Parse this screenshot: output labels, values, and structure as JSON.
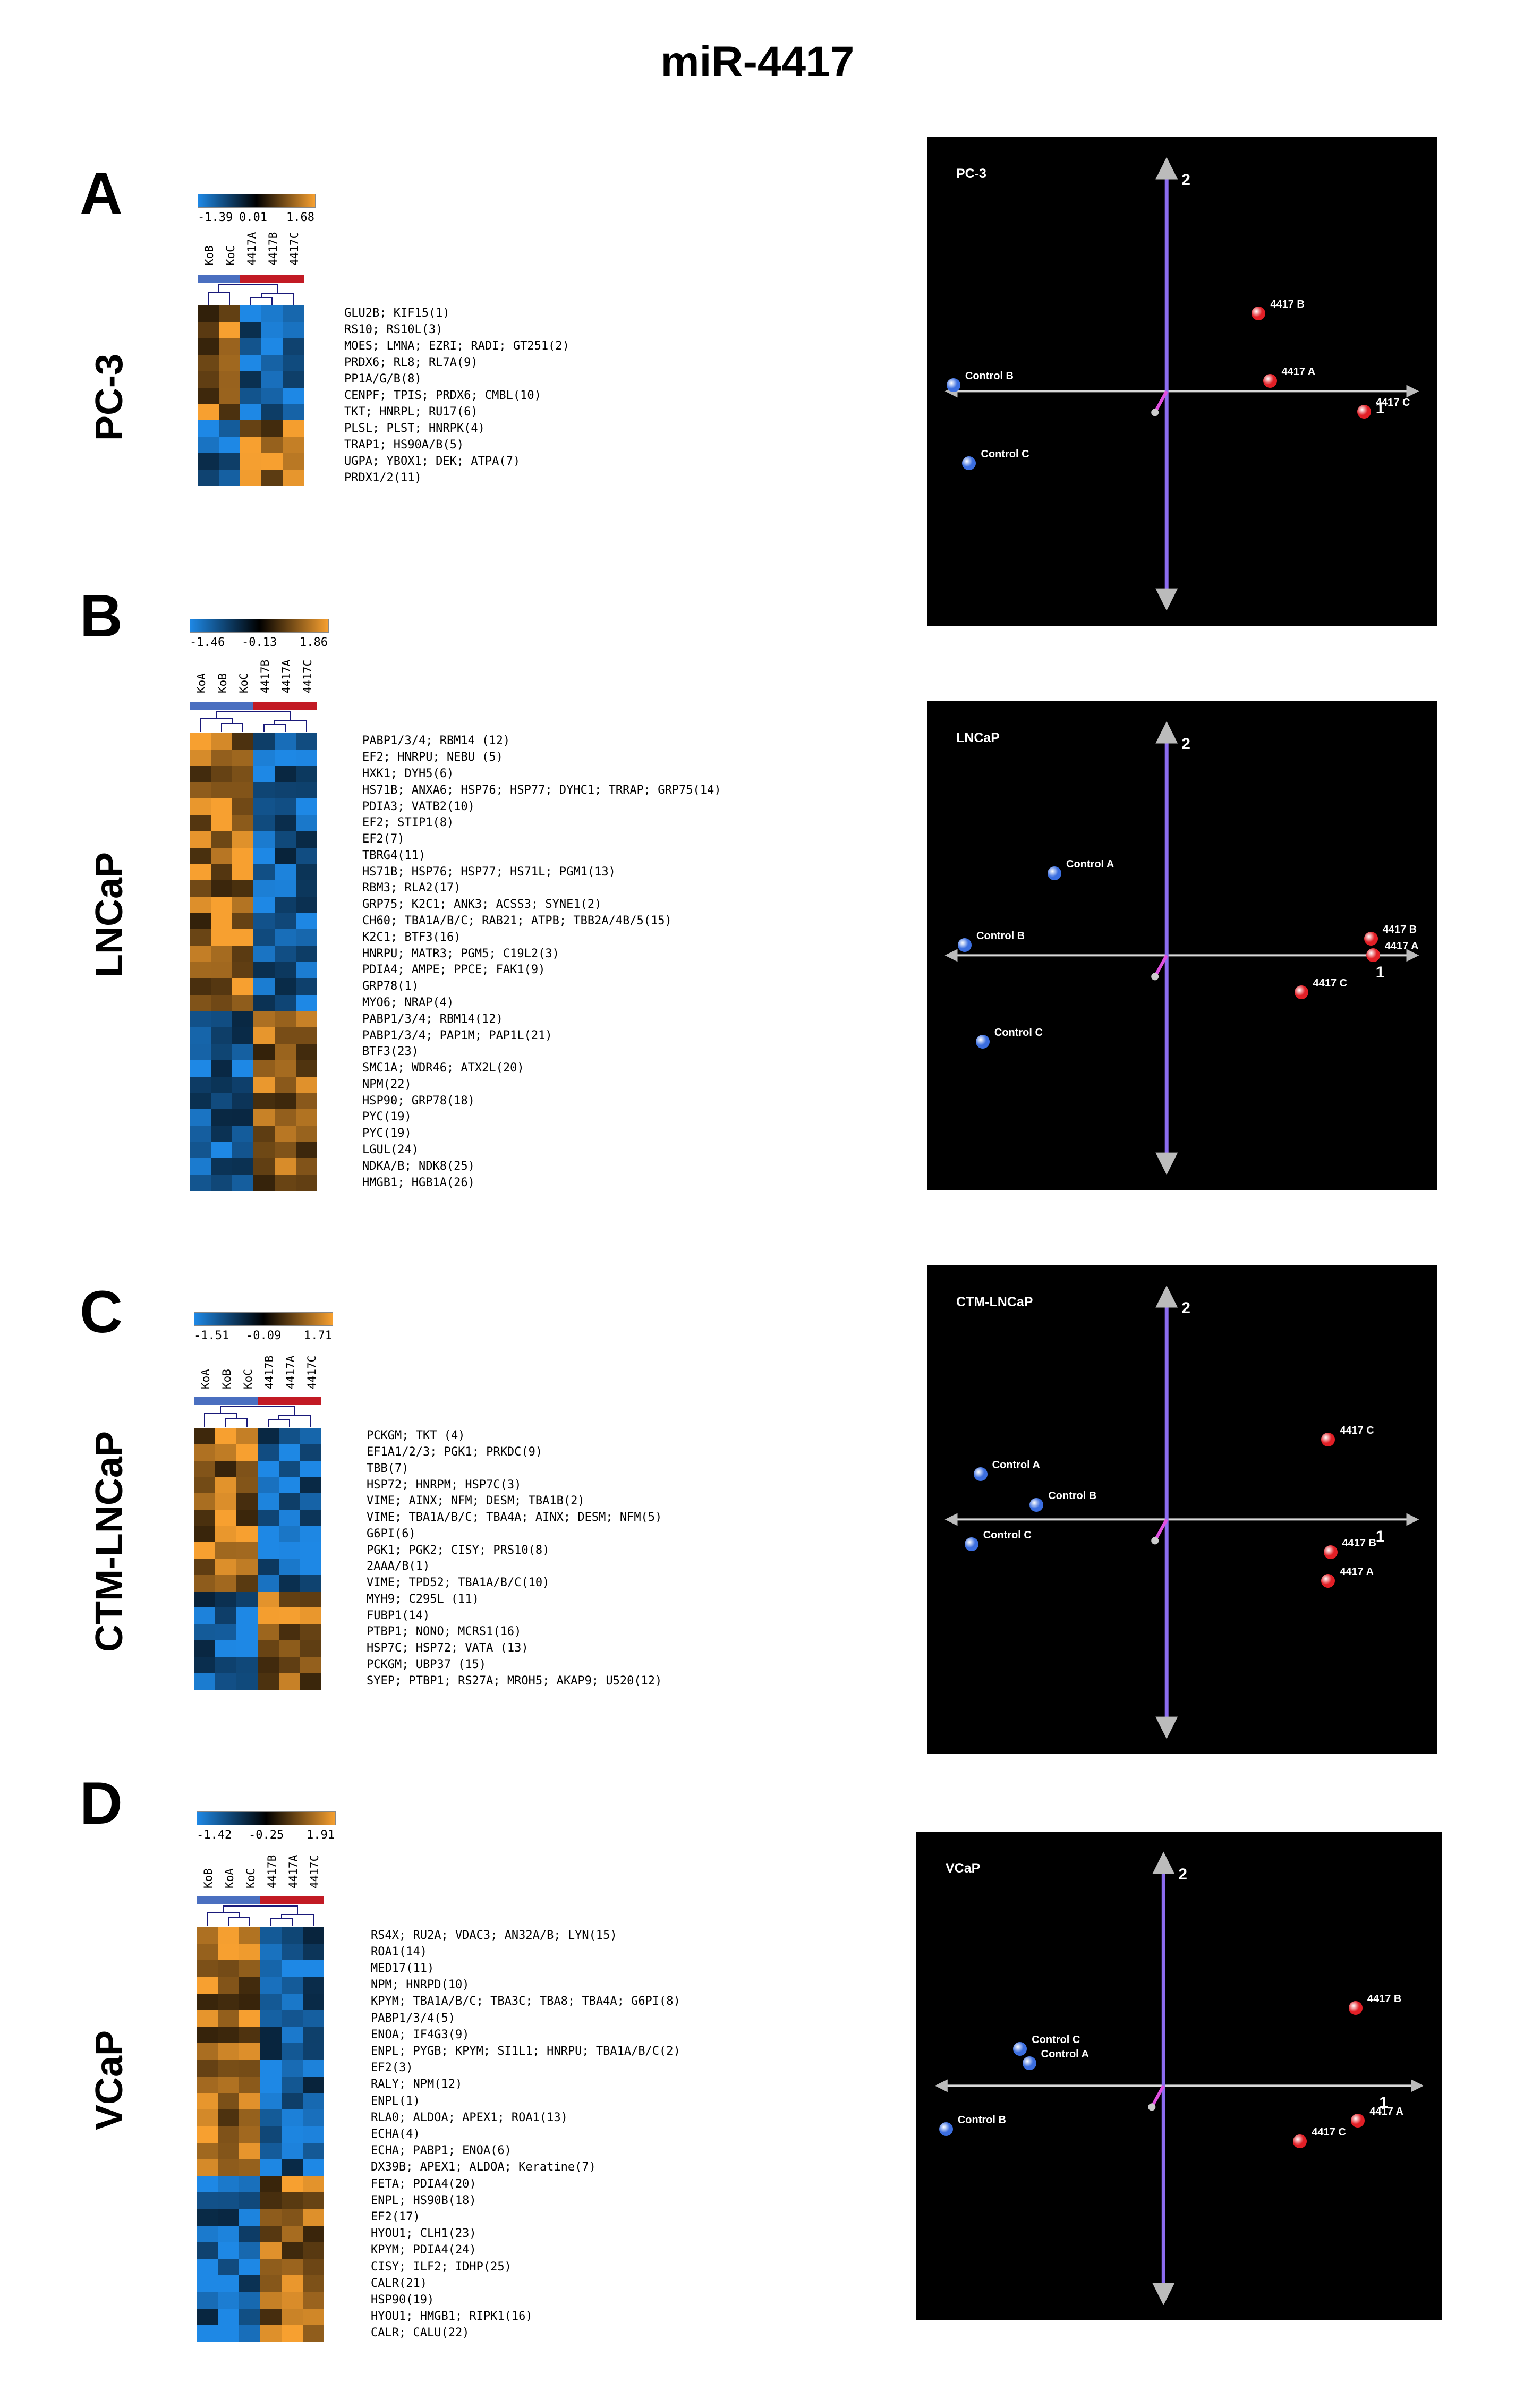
{
  "figure": {
    "title": "miR-4417"
  },
  "colors": {
    "low": "#1e88e5",
    "mid": "#000000",
    "high": "#f7a030",
    "control_bar": "#4a6fc0",
    "mir_bar": "#c21a24",
    "control_dot": "#3b6ee0",
    "mir_dot": "#e21f26",
    "axis": "#d9d9d9",
    "axis2": "#8c6cf0",
    "loading": "#e050e0"
  },
  "panels": [
    {
      "letter": "A",
      "cell_line": "PC-3",
      "scale": {
        "min": "-1.39",
        "mid": "0.01",
        "max": "1.68"
      },
      "columns": [
        "KoB",
        "KoC",
        "4417A",
        "4417B",
        "4417C"
      ],
      "n_control": 2,
      "genes": [
        "GLU2B; KIF15(1)",
        "RS10; RS10L(3)",
        "MOES; LMNA; EZRI; RADI; GT251(2)",
        "PRDX6; RL8; RL7A(9)",
        "PP1A/G/B(8)",
        "CENPF; TPIS; PRDX6; CMBL(10)",
        "TKT; HNRPL; RU17(6)",
        "PLSL; PLST; HNRPK(4)",
        "TRAP1; HS90A/B(5)",
        "UGPA; YBOX1; DEK; ATPA(7)",
        "PRDX1/2(11)"
      ],
      "pca": {
        "title": "PC-3",
        "axis1": "1",
        "axis2": "2",
        "points": [
          {
            "label": "Control B",
            "group": "control",
            "pc1": -0.95,
            "pc2": 0.03
          },
          {
            "label": "Control C",
            "group": "control",
            "pc1": -0.88,
            "pc2": -0.35
          },
          {
            "label": "4417 B",
            "group": "mir",
            "pc1": 0.41,
            "pc2": 0.38
          },
          {
            "label": "4417 A",
            "group": "mir",
            "pc1": 0.46,
            "pc2": 0.05
          },
          {
            "label": "4417 C",
            "group": "mir",
            "pc1": 0.88,
            "pc2": -0.1
          }
        ]
      }
    },
    {
      "letter": "B",
      "cell_line": "LNCaP",
      "scale": {
        "min": "-1.46",
        "mid": "-0.13",
        "max": "1.86"
      },
      "columns": [
        "KoA",
        "KoB",
        "KoC",
        "4417B",
        "4417A",
        "4417C"
      ],
      "n_control": 3,
      "genes": [
        "PABP1/3/4; RBM14 (12)",
        "EF2; HNRPU; NEBU (5)",
        "HXK1; DYH5(6)",
        "HS71B; ANXA6; HSP76; HSP77; DYHC1; TRRAP; GRP75(14)",
        "PDIA3; VATB2(10)",
        "EF2; STIP1(8)",
        "EF2(7)",
        "TBRG4(11)",
        "HS71B; HSP76; HSP77; HS71L; PGM1(13)",
        "RBM3; RLA2(17)",
        "GRP75; K2C1; ANK3; ACSS3; SYNE1(2)",
        "CH60; TBA1A/B/C; RAB21; ATPB; TBB2A/4B/5(15)",
        "K2C1; BTF3(16)",
        "HNRPU; MATR3; PGM5; C19L2(3)",
        "PDIA4; AMPE; PPCE; FAK1(9)",
        "GRP78(1)",
        "MYO6; NRAP(4)",
        "PABP1/3/4; RBM14(12)",
        "PABP1/3/4; PAP1M; PAP1L(21)",
        "BTF3(23)",
        "SMC1A; WDR46; ATX2L(20)",
        "NPM(22)",
        "HSP90; GRP78(18)",
        "PYC(19)",
        "PYC(19)",
        "LGUL(24)",
        "NDKA/B; NDK8(25)",
        "HMGB1; HGB1A(26)"
      ],
      "pca": {
        "title": "LNCaP",
        "axis1": "1",
        "axis2": "2",
        "points": [
          {
            "label": "Control A",
            "group": "control",
            "pc1": -0.5,
            "pc2": 0.4
          },
          {
            "label": "Control B",
            "group": "control",
            "pc1": -0.9,
            "pc2": 0.05
          },
          {
            "label": "Control C",
            "group": "control",
            "pc1": -0.82,
            "pc2": -0.42
          },
          {
            "label": "4417 B",
            "group": "mir",
            "pc1": 0.91,
            "pc2": 0.08
          },
          {
            "label": "4417 A",
            "group": "mir",
            "pc1": 0.92,
            "pc2": 0.0
          },
          {
            "label": "4417 C",
            "group": "mir",
            "pc1": 0.6,
            "pc2": -0.18
          }
        ]
      }
    },
    {
      "letter": "C",
      "cell_line": "CTM-LNCaP",
      "scale": {
        "min": "-1.51",
        "mid": "-0.09",
        "max": "1.71"
      },
      "columns": [
        "KoA",
        "KoB",
        "KoC",
        "4417B",
        "4417A",
        "4417C"
      ],
      "n_control": 3,
      "genes": [
        "PCKGM; TKT (4)",
        "EF1A1/2/3; PGK1; PRKDC(9)",
        "TBB(7)",
        "HSP72; HNRPM; HSP7C(3)",
        "VIME; AINX; NFM; DESM; TBA1B(2)",
        "VIME; TBA1A/B/C; TBA4A; AINX; DESM; NFM(5)",
        "G6PI(6)",
        "PGK1; PGK2; CISY; PRS10(8)",
        "2AAA/B(1)",
        "VIME; TPD52; TBA1A/B/C(10)",
        "MYH9; C295L (11)",
        "FUBP1(14)",
        "PTBP1; NONO; MCRS1(16)",
        "HSP7C; HSP72; VATA (13)",
        "PCKGM; UBP37 (15)",
        "SYEP; PTBP1; RS27A; MROH5; AKAP9; U520(12)"
      ],
      "pca": {
        "title": "CTM-LNCaP",
        "axis1": "1",
        "axis2": "2",
        "points": [
          {
            "label": "Control A",
            "group": "control",
            "pc1": -0.83,
            "pc2": 0.22
          },
          {
            "label": "Control B",
            "group": "control",
            "pc1": -0.58,
            "pc2": 0.07
          },
          {
            "label": "Control C",
            "group": "control",
            "pc1": -0.87,
            "pc2": -0.12
          },
          {
            "label": "4417 C",
            "group": "mir",
            "pc1": 0.72,
            "pc2": 0.39
          },
          {
            "label": "4417 B",
            "group": "mir",
            "pc1": 0.73,
            "pc2": -0.16
          },
          {
            "label": "4417 A",
            "group": "mir",
            "pc1": 0.72,
            "pc2": -0.3
          }
        ]
      }
    },
    {
      "letter": "D",
      "cell_line": "VCaP",
      "scale": {
        "min": "-1.42",
        "mid": "-0.25",
        "max": "1.91"
      },
      "columns": [
        "KoB",
        "KoA",
        "KoC",
        "4417B",
        "4417A",
        "4417C"
      ],
      "n_control": 3,
      "genes": [
        "RS4X; RU2A; VDAC3; AN32A/B; LYN(15)",
        "ROA1(14)",
        "MED17(11)",
        "NPM; HNRPD(10)",
        "KPYM; TBA1A/B/C; TBA3C; TBA8; TBA4A; G6PI(8)",
        "PABP1/3/4(5)",
        "ENOA; IF4G3(9)",
        "ENPL; PYGB; KPYM; SI1L1; HNRPU; TBA1A/B/C(2)",
        "EF2(3)",
        "RALY; NPM(12)",
        "ENPL(1)",
        "RLA0; ALDOA; APEX1; ROA1(13)",
        "ECHA(4)",
        "ECHA; PABP1; ENOA(6)",
        "DX39B; APEX1; ALDOA; Keratine(7)",
        "FETA; PDIA4(20)",
        "ENPL; HS90B(18)",
        "EF2(17)",
        "HYOU1; CLH1(23)",
        "KPYM; PDIA4(24)",
        "CISY; ILF2; IDHP(25)",
        "CALR(21)",
        "HSP90(19)",
        "HYOU1; HMGB1; RIPK1(16)",
        "CALR; CALU(22)"
      ],
      "pca": {
        "title": "VCaP",
        "axis1": "1",
        "axis2": "2",
        "points": [
          {
            "label": "Control C",
            "group": "control",
            "pc1": -0.62,
            "pc2": 0.18
          },
          {
            "label": "Control A",
            "group": "control",
            "pc1": -0.58,
            "pc2": 0.11
          },
          {
            "label": "Control B",
            "group": "control",
            "pc1": -0.94,
            "pc2": -0.21
          },
          {
            "label": "4417 B",
            "group": "mir",
            "pc1": 0.83,
            "pc2": 0.38
          },
          {
            "label": "4417 A",
            "group": "mir",
            "pc1": 0.84,
            "pc2": -0.17
          },
          {
            "label": "4417 C",
            "group": "mir",
            "pc1": 0.59,
            "pc2": -0.27
          }
        ]
      }
    }
  ]
}
